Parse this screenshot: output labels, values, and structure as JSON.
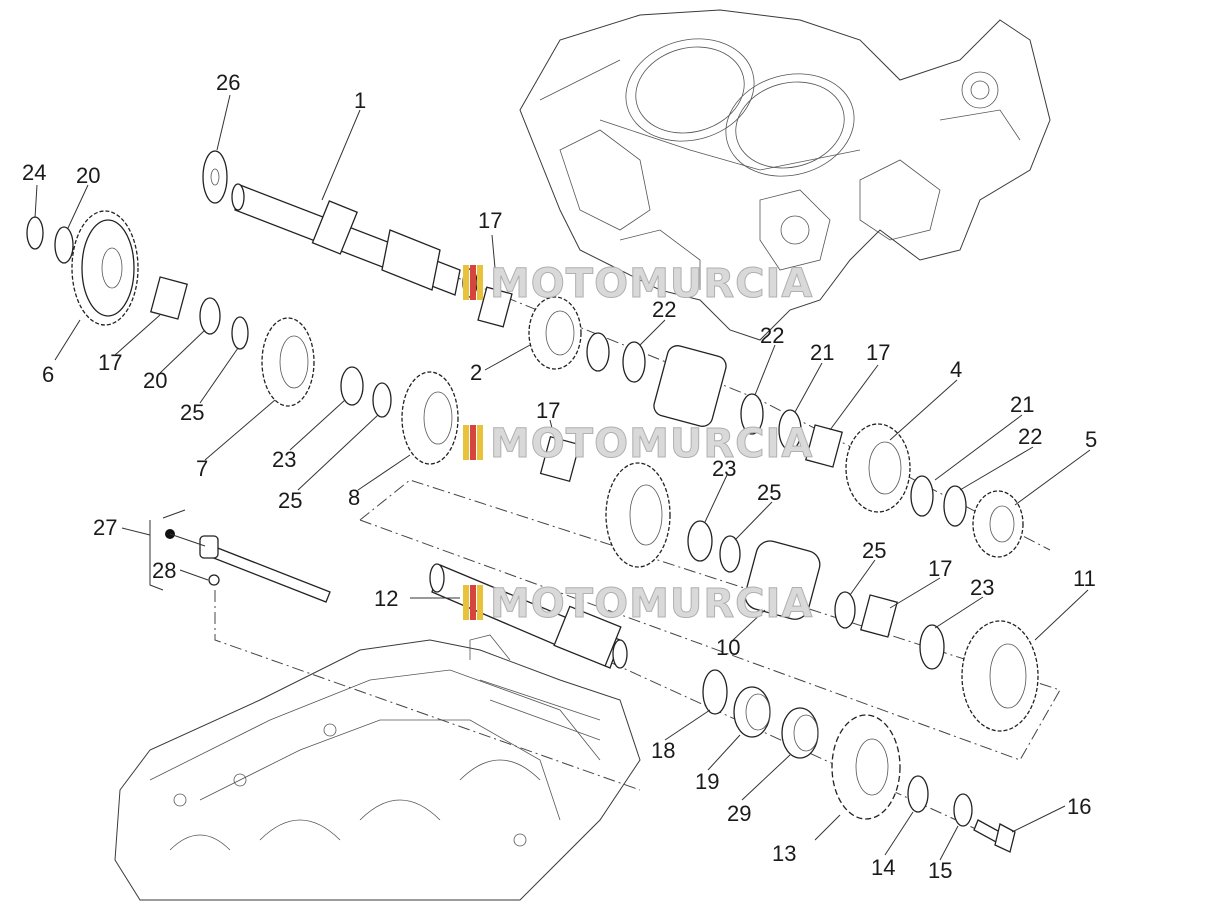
{
  "diagram": {
    "watermark": "MOTOMURCIA",
    "part_numbers": [
      "1",
      "2",
      "4",
      "5",
      "6",
      "7",
      "8",
      "10",
      "11",
      "12",
      "13",
      "14",
      "15",
      "16",
      "17",
      "18",
      "19",
      "20",
      "21",
      "22",
      "23",
      "24",
      "25",
      "26",
      "27",
      "28",
      "29"
    ],
    "labels": [
      {
        "id": "l26",
        "text": "26"
      },
      {
        "id": "l1",
        "text": "1"
      },
      {
        "id": "l24",
        "text": "24"
      },
      {
        "id": "l20a",
        "text": "20"
      },
      {
        "id": "l17a",
        "text": "17"
      },
      {
        "id": "l6",
        "text": "6"
      },
      {
        "id": "l17b",
        "text": "17"
      },
      {
        "id": "l20b",
        "text": "20"
      },
      {
        "id": "l25a",
        "text": "25"
      },
      {
        "id": "l7",
        "text": "7"
      },
      {
        "id": "l23a",
        "text": "23"
      },
      {
        "id": "l25b",
        "text": "25"
      },
      {
        "id": "l8",
        "text": "8"
      },
      {
        "id": "l2",
        "text": "2"
      },
      {
        "id": "l22a",
        "text": "22"
      },
      {
        "id": "l22b",
        "text": "22"
      },
      {
        "id": "l21a",
        "text": "21"
      },
      {
        "id": "l17c",
        "text": "17"
      },
      {
        "id": "l4",
        "text": "4"
      },
      {
        "id": "l21b",
        "text": "21"
      },
      {
        "id": "l22c",
        "text": "22"
      },
      {
        "id": "l5",
        "text": "5"
      },
      {
        "id": "l17d",
        "text": "17"
      },
      {
        "id": "l23b",
        "text": "23"
      },
      {
        "id": "l25c",
        "text": "25"
      },
      {
        "id": "l27",
        "text": "27"
      },
      {
        "id": "l28",
        "text": "28"
      },
      {
        "id": "l25d",
        "text": "25"
      },
      {
        "id": "l17e",
        "text": "17"
      },
      {
        "id": "l11",
        "text": "11"
      },
      {
        "id": "l12",
        "text": "12"
      },
      {
        "id": "l23c",
        "text": "23"
      },
      {
        "id": "l10",
        "text": "10"
      },
      {
        "id": "l18",
        "text": "18"
      },
      {
        "id": "l19",
        "text": "19"
      },
      {
        "id": "l29",
        "text": "29"
      },
      {
        "id": "l16",
        "text": "16"
      },
      {
        "id": "l13",
        "text": "13"
      },
      {
        "id": "l14",
        "text": "14"
      },
      {
        "id": "l15",
        "text": "15"
      }
    ]
  }
}
